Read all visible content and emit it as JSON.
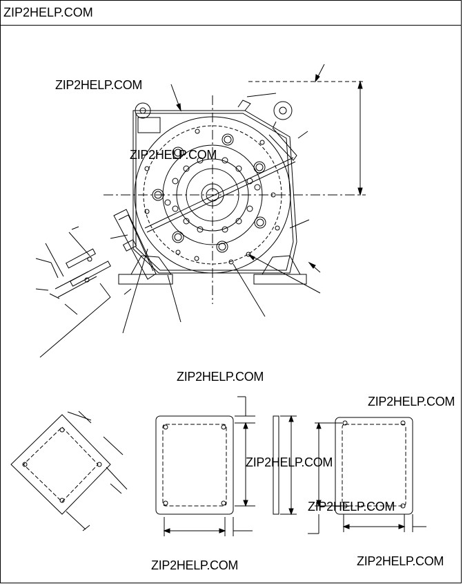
{
  "header": {
    "title": "ZIP2HELP.COM"
  },
  "watermarks": [
    "ZIP2HELP.COM",
    "ZIP2HELP.COM",
    "ZIP2HELP.COM",
    "ZIP2HELP.COM",
    "ZIP2HELP.COM",
    "ZIP2HELP.COM",
    "ZIP2HELP.COM",
    "ZIP2HELP.COM"
  ]
}
